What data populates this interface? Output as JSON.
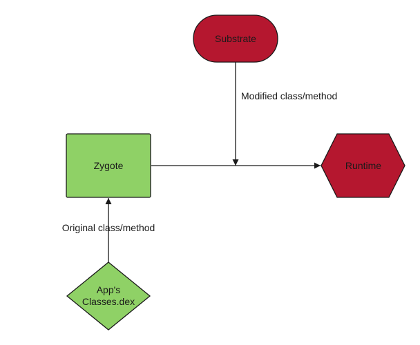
{
  "nodes": {
    "substrate": {
      "label": "Substrate",
      "fill": "#b5172f",
      "shape": "rounded-pill"
    },
    "zygote": {
      "label": "Zygote",
      "fill": "#8fd166",
      "shape": "rectangle"
    },
    "runtime": {
      "label": "Runtime",
      "fill": "#b5172f",
      "shape": "hexagon"
    },
    "app_classes": {
      "label_line1": "App's",
      "label_line2": "Classes.dex",
      "fill": "#8fd166",
      "shape": "diamond"
    }
  },
  "edges": {
    "substrate_to_main": {
      "label": "Modified class/method"
    },
    "app_to_zygote": {
      "label": "Original class/method"
    },
    "zygote_to_runtime": {
      "label": ""
    }
  },
  "colors": {
    "stroke": "#1a1a1a",
    "background": "#ffffff"
  }
}
